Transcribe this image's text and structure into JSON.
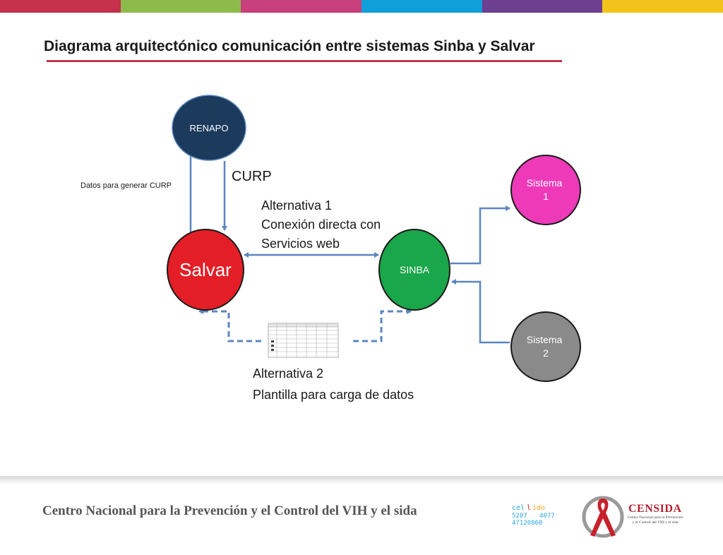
{
  "colors": {
    "topbar": [
      "#c5304a",
      "#8dbb4b",
      "#c8407b",
      "#0f9fd9",
      "#6d3f91",
      "#f2c41b"
    ],
    "renapo": "#1b3a5c",
    "salvar": "#e41e26",
    "sinba": "#1aa64a",
    "sistema1": "#ee3ab9",
    "sistema2": "#8a8a8a",
    "arrow": "#5b86c0"
  },
  "title": "Diagrama arquitectónico comunicación entre sistemas Sinba y Salvar",
  "nodes": {
    "renapo": "RENAPO",
    "salvar": "Salvar",
    "sinba": "SINBA",
    "sistema1": [
      "Sistema",
      "1"
    ],
    "sistema2": [
      "Sistema",
      "2"
    ]
  },
  "labels": {
    "datos_curp": "Datos para generar CURP",
    "curp": "CURP",
    "alternativa1": [
      "Alternativa 1",
      "Conexión directa con",
      "Servicios web"
    ],
    "alternativa2": [
      "Alternativa 2",
      "Plantilla para carga de datos"
    ]
  },
  "footer": {
    "institution": "Centro Nacional para la Prevención y el Control del VIH y el sida",
    "logo1": [
      "cel",
      "l",
      "ido",
      "5207",
      "4077",
      "47120860"
    ],
    "censida_name": "CENSIDA",
    "censida_sub": [
      "Centro Nacional para la Prevención",
      "y el Control del VIH y el sida"
    ]
  }
}
